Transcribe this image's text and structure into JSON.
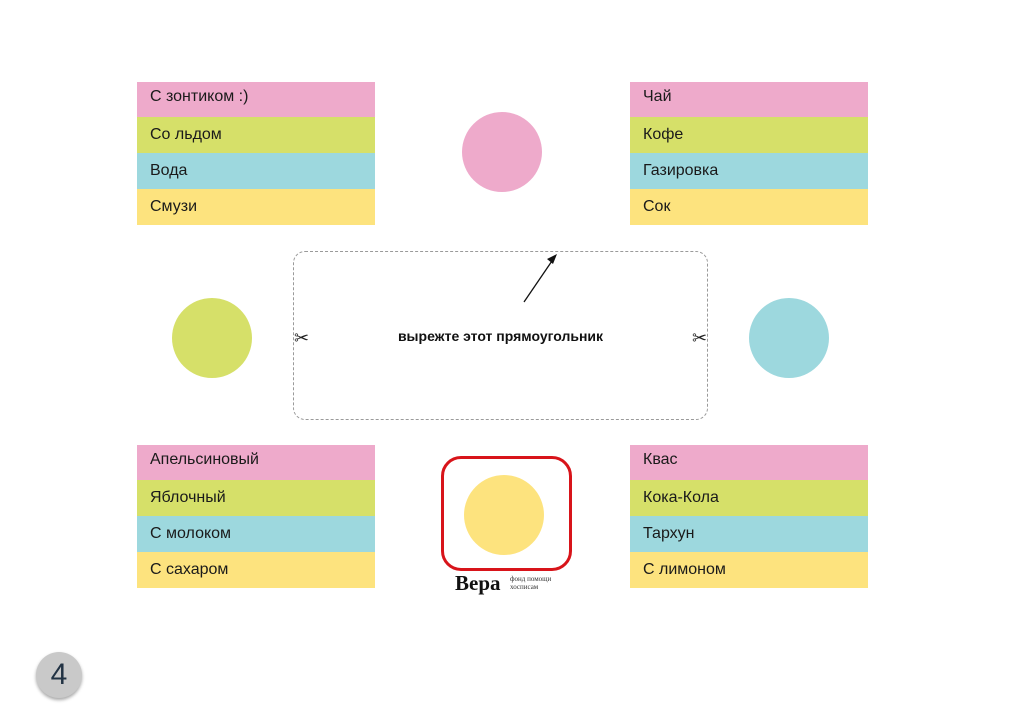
{
  "colors": {
    "pink": "#eeaacb",
    "green": "#d6e069",
    "cyan": "#9dd8de",
    "yellow": "#fde37e",
    "frame_red": "#d8141a"
  },
  "lists": {
    "top_left": [
      "С зонтиком :)",
      "Со льдом",
      "Вода",
      "Смузи"
    ],
    "top_right": [
      "Чай",
      "Кофе",
      "Газировка",
      "Сок"
    ],
    "bottom_left": [
      "Апельсиновый",
      "Яблочный",
      "С молоком",
      "С сахаром"
    ],
    "bottom_right": [
      "Квас",
      "Кока-Кола",
      "Тархун",
      "С лимоном"
    ]
  },
  "cut": {
    "instruction": "вырежте  этот прямоугольник",
    "scissors_left": "✂",
    "scissors_right": "✂"
  },
  "logo": {
    "name": "Вера",
    "tagline": "фонд помощи хосписам"
  },
  "page_number": "4"
}
